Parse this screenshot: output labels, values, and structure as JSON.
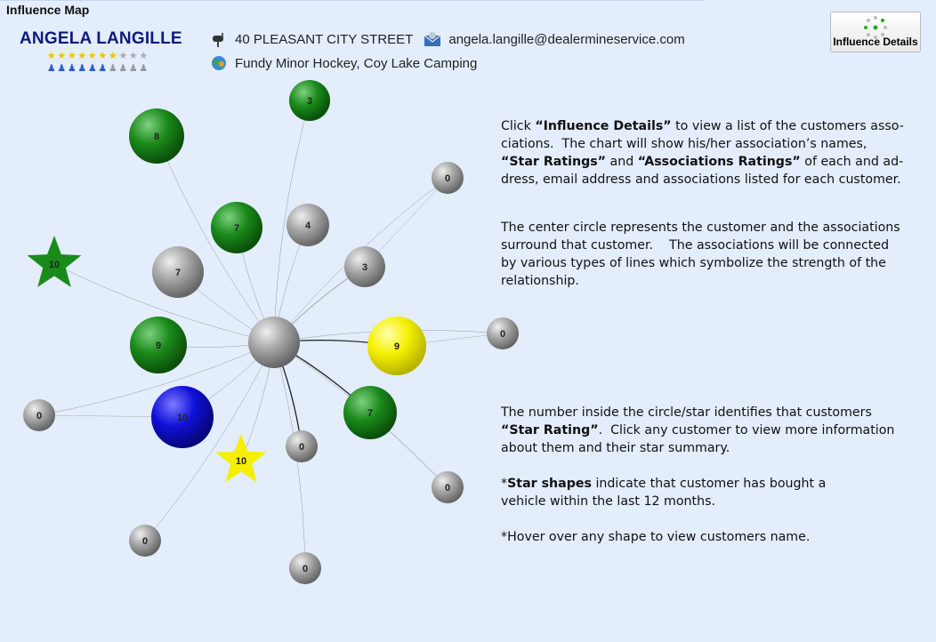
{
  "header": {
    "title": "Influence Map"
  },
  "customer": {
    "name": "ANGELA LANGILLE",
    "star_rating": 7,
    "star_max": 10,
    "association_rating": 6,
    "association_max": 10,
    "address": "40 PLEASANT CITY STREET",
    "email": "angela.langille@dealermineservice.com",
    "associations": "Fundy Minor Hockey, Coy Lake Camping"
  },
  "buttons": {
    "influence_details": "Influence Details"
  },
  "colors": {
    "green": "#1a8a1a",
    "gray": "#a0a0a0",
    "yellow": "#f5f000",
    "blue": "#1010d8",
    "name": "#0d1a7a",
    "background": "#e3edfc"
  },
  "map": {
    "center": {
      "rating": "",
      "color": "gray"
    },
    "nodes": [
      {
        "rating": "3",
        "color": "green",
        "shape": "circle",
        "link": "thin"
      },
      {
        "rating": "8",
        "color": "green",
        "shape": "circle",
        "link": "thin"
      },
      {
        "rating": "0",
        "color": "gray",
        "shape": "circle",
        "link": "thin"
      },
      {
        "rating": "7",
        "color": "green",
        "shape": "circle",
        "link": "thin"
      },
      {
        "rating": "4",
        "color": "gray",
        "shape": "circle",
        "link": "thin"
      },
      {
        "rating": "7",
        "color": "gray",
        "shape": "circle",
        "link": "thin"
      },
      {
        "rating": "3",
        "color": "gray",
        "shape": "circle",
        "link": "medium"
      },
      {
        "rating": "10",
        "color": "green",
        "shape": "star",
        "link": "thin"
      },
      {
        "rating": "9",
        "color": "green",
        "shape": "circle",
        "link": "thin"
      },
      {
        "rating": "9",
        "color": "yellow",
        "shape": "circle",
        "link": "strong"
      },
      {
        "rating": "0",
        "color": "gray",
        "shape": "circle",
        "link": "thin"
      },
      {
        "rating": "0",
        "color": "gray",
        "shape": "circle",
        "link": "thin"
      },
      {
        "rating": "10",
        "color": "blue",
        "shape": "circle",
        "link": "thin"
      },
      {
        "rating": "7",
        "color": "green",
        "shape": "circle",
        "link": "strong"
      },
      {
        "rating": "0",
        "color": "gray",
        "shape": "circle",
        "link": "strong"
      },
      {
        "rating": "10",
        "color": "yellow",
        "shape": "star",
        "link": "thin"
      },
      {
        "rating": "0",
        "color": "gray",
        "shape": "circle",
        "link": "thin"
      },
      {
        "rating": "0",
        "color": "gray",
        "shape": "circle",
        "link": "thin"
      },
      {
        "rating": "0",
        "color": "gray",
        "shape": "circle",
        "link": "thin"
      }
    ]
  },
  "help": {
    "p1": [
      [
        {
          "t": "Click "
        },
        {
          "t": "“Influence Details”",
          "b": 1
        },
        {
          "t": " to view a list of the customers asso-"
        }
      ],
      [
        {
          "t": "ciations.  The chart will show his/her association’s names,"
        }
      ],
      [
        {
          "t": "“Star Ratings”",
          "b": 1
        },
        {
          "t": " and "
        },
        {
          "t": "“Associations Ratings”",
          "b": 1
        },
        {
          "t": " of each and ad-"
        }
      ],
      [
        {
          "t": "dress, email address and associations listed for each customer."
        }
      ]
    ],
    "p2": [
      [
        {
          "t": "The center circle represents the customer and the associations"
        }
      ],
      [
        {
          "t": "surround that customer.    The associations will be connected"
        }
      ],
      [
        {
          "t": "by various types of lines which symbolize the strength of the"
        }
      ],
      [
        {
          "t": "relationship."
        }
      ]
    ],
    "p3": [
      [
        {
          "t": "The number inside the circle/star identifies that customers"
        }
      ],
      [
        {
          "t": "“Star Rating”",
          "b": 1
        },
        {
          "t": ".  Click any customer to view more information"
        }
      ],
      [
        {
          "t": "about them and their star summary."
        }
      ],
      [
        {
          "t": ""
        }
      ],
      [
        {
          "t": "*"
        },
        {
          "t": "Star shapes",
          "b": 1
        },
        {
          "t": " indicate that customer has bought a"
        }
      ],
      [
        {
          "t": "vehicle within the last 12 months."
        }
      ],
      [
        {
          "t": ""
        }
      ],
      [
        {
          "t": "*Hover over any shape to view customers name."
        }
      ]
    ]
  }
}
